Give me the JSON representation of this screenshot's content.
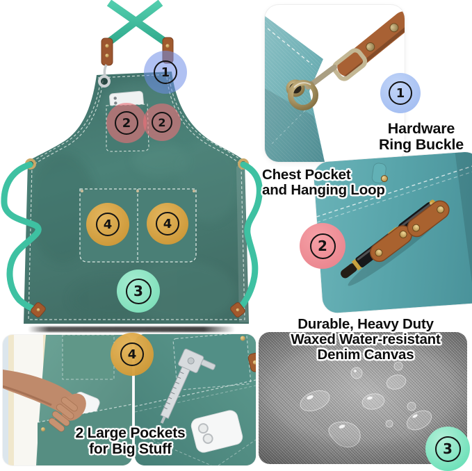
{
  "page": {
    "type": "product-feature-infographic",
    "subject": "Cross-back canvas work apron with numbered feature callouts"
  },
  "numbers": {
    "n1": "1",
    "n2": "2",
    "n3": "3",
    "n4": "4"
  },
  "features": [
    {
      "number": "1",
      "lines": [
        "Hardware",
        "Ring Buckle"
      ]
    },
    {
      "number": "2",
      "lines": [
        "Chest Pocket",
        "and Hanging Loop"
      ]
    },
    {
      "number": "3",
      "lines": [
        "Durable, Heavy Duty",
        "Waxed Water-resistant",
        "Denim Canvas"
      ]
    },
    {
      "number": "4",
      "lines": [
        "2 Large Pockets",
        "for Big Stuff"
      ]
    }
  ],
  "colors": {
    "apron_canvas": "#4a8077",
    "neck_strap": "#3ec1a2",
    "leather": "#a55f32",
    "pocket_denim": "#58a4aa",
    "denim_gray": "#969696",
    "marker_blue": "#9db9f0",
    "marker_pink": "#ee8f96",
    "marker_gold": "#dca74a",
    "marker_mint": "#7fe3c0",
    "caption_text": "#0d0d0d",
    "background": "#ffffff"
  }
}
